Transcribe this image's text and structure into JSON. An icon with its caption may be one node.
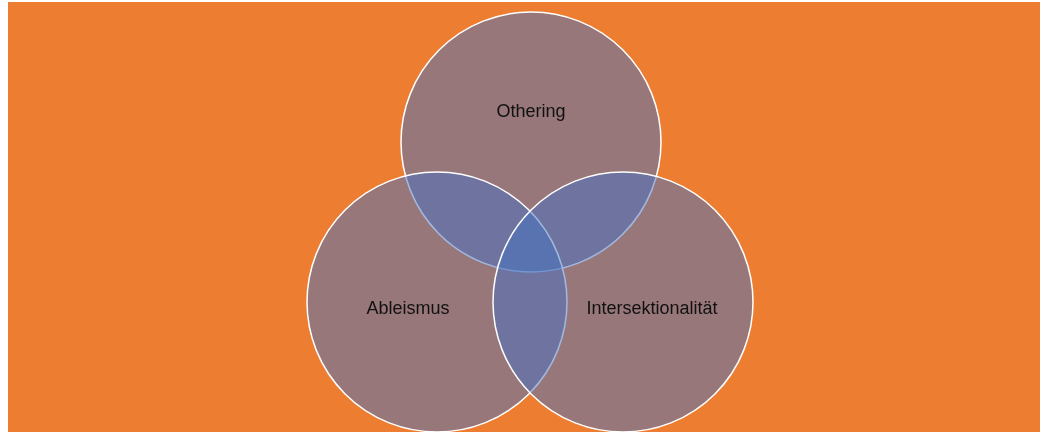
{
  "diagram": {
    "nodes": [
      {
        "text": [
          "Othering"
        ]
      },
      {
        "text": [
          "Ableismus"
        ]
      },
      {
        "text": [
          "Intersektionalität"
        ]
      }
    ]
  }
}
